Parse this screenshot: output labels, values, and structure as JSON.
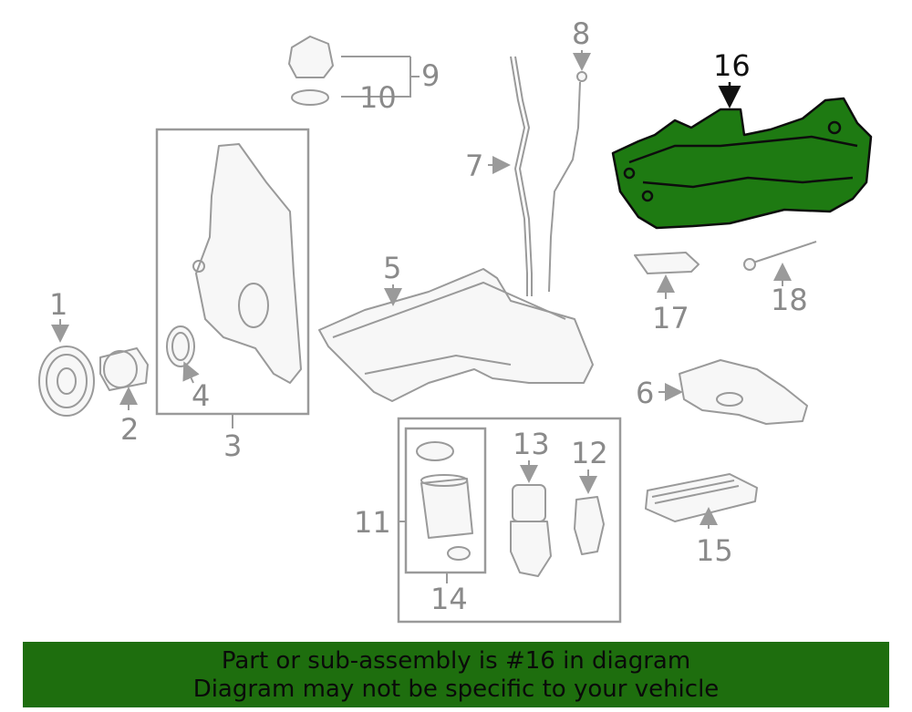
{
  "diagram": {
    "callouts": [
      "1",
      "2",
      "3",
      "4",
      "5",
      "6",
      "7",
      "8",
      "9",
      "10",
      "11",
      "12",
      "13",
      "14",
      "15",
      "16",
      "17",
      "18"
    ],
    "highlighted_part": "16",
    "highlight_color": "#1e7a12"
  },
  "banner": {
    "line1": "Part or sub-assembly is #16 in diagram",
    "line2": "Diagram may not be specific to your vehicle",
    "color": "#1e6e0e"
  }
}
